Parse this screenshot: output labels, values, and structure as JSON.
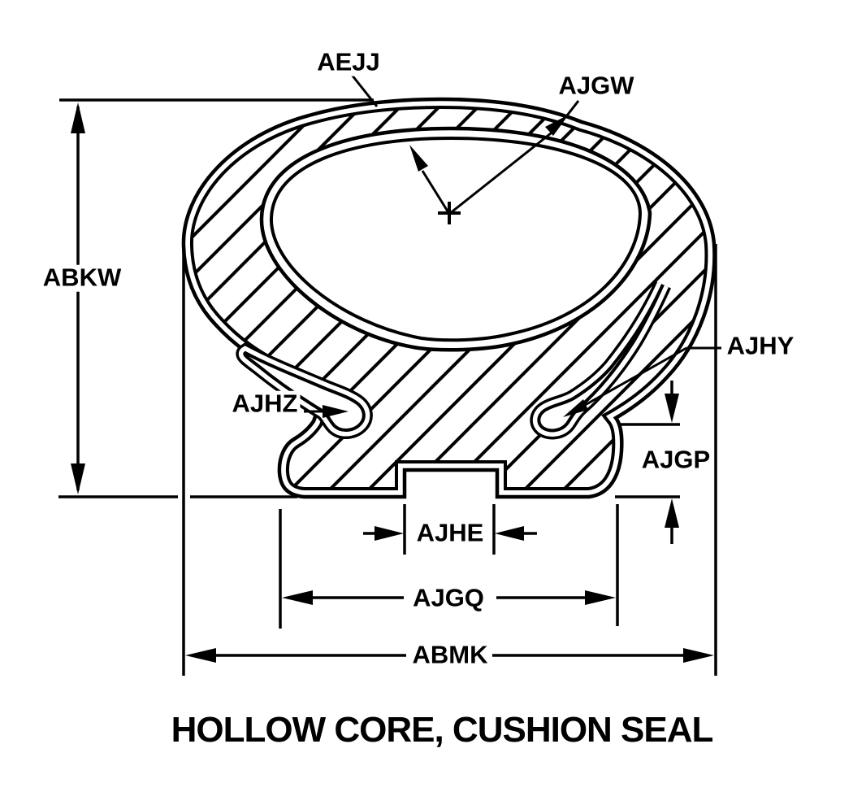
{
  "page": {
    "background_color": "#ffffff",
    "line_color": "#000000"
  },
  "diagram": {
    "title": "HOLLOW CORE, CUSHION SEAL",
    "kind": "cross-section dimensional drawing",
    "callouts": {
      "aejj": "AEJJ",
      "ajgw": "AJGW",
      "abkw": "ABKW",
      "ajhz": "AJHZ",
      "ajhy": "AJHY",
      "ajgp": "AJGP",
      "ajhe": "AJHE",
      "ajgq": "AJGQ",
      "abmk": "ABMK"
    }
  }
}
